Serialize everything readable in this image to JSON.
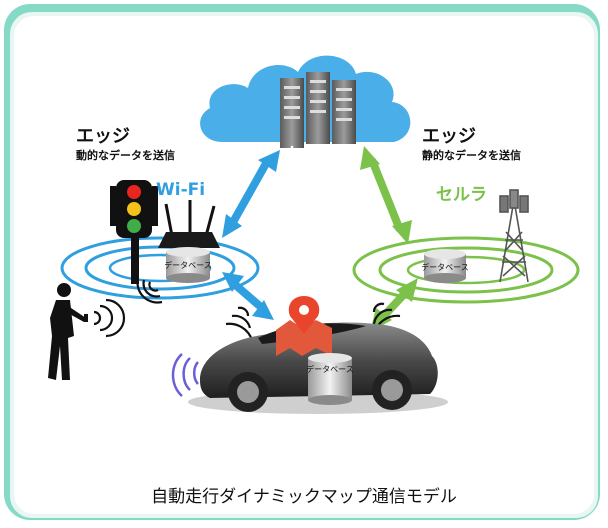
{
  "diagram": {
    "cloud_label": "クラウド",
    "edge_left": {
      "title": "エッジ",
      "subtitle": "動的なデータを送信"
    },
    "edge_right": {
      "title": "エッジ",
      "subtitle": "静的なデータを送信"
    },
    "wifi_label": "Wi-Fi",
    "cellular_label": "セルラ",
    "db_left_label": "データベース",
    "db_right_label": "データベース",
    "db_car_label": "データベース",
    "caption": "自動走行ダイナミックマップ通信モデル",
    "colors": {
      "blue": "#2f9fe0",
      "green": "#7cc14a",
      "cloud": "#4aaee8",
      "frame": "#86d9c4"
    }
  }
}
